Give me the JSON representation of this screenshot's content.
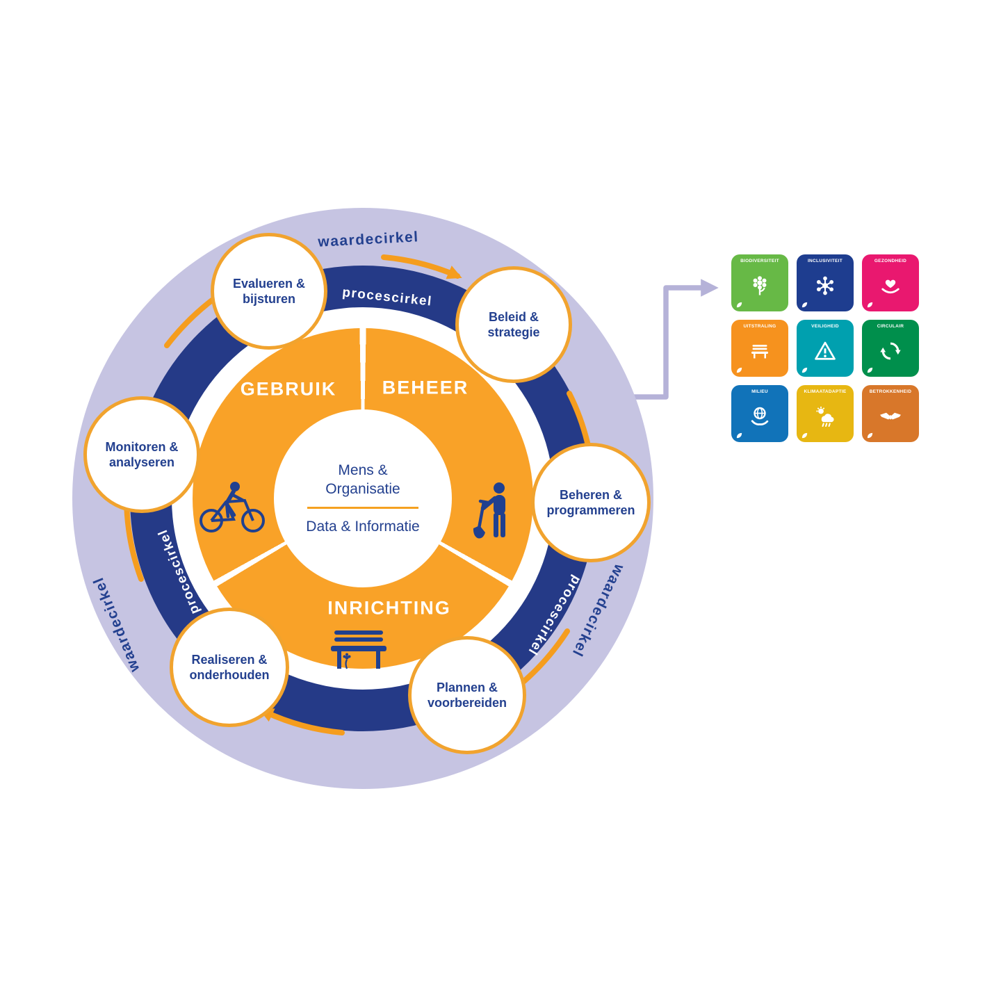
{
  "diagram": {
    "outer_ring_label": "waardecirkel",
    "inner_ring_label": "procescirkel",
    "sectors": [
      {
        "id": "gebruik",
        "label": "GEBRUIK",
        "icon": "bicycle-icon"
      },
      {
        "id": "beheer",
        "label": "BEHEER",
        "icon": "person-shovel-icon"
      },
      {
        "id": "inrichting",
        "label": "INRICHTING",
        "icon": "bench-icon"
      }
    ],
    "center": {
      "line1": "Mens & Organisatie",
      "line2": "Data & Informatie"
    },
    "nodes": [
      {
        "label": "Evalueren & bijsturen"
      },
      {
        "label": "Beleid & strategie"
      },
      {
        "label": "Beheren & programmeren"
      },
      {
        "label": "Plannen & voorbereiden"
      },
      {
        "label": "Realiseren & onderhouden"
      },
      {
        "label": "Monitoren & analyseren"
      }
    ],
    "colors": {
      "outer_ring": "#c6c4e2",
      "inner_ring": "#253a87",
      "sector_fill": "#f9a228",
      "node_border": "#f1a32e",
      "flow_arrow": "#f59d1e",
      "text_navy": "#23408f",
      "connector": "#b5b2d8"
    }
  },
  "legend": {
    "tiles": [
      {
        "label": "BIODIVERSITEIT",
        "color": "#67b946",
        "icon": "flower-icon"
      },
      {
        "label": "INCLUSIVITEIT",
        "color": "#1e3d8f",
        "icon": "network-people-icon"
      },
      {
        "label": "GEZONDHEID",
        "color": "#e9186f",
        "icon": "heart-hands-icon"
      },
      {
        "label": "UITSTRALING",
        "color": "#f6921e",
        "icon": "bench-icon"
      },
      {
        "label": "VEILIGHEID",
        "color": "#00a0af",
        "icon": "warning-triangle-icon"
      },
      {
        "label": "CIRCULAIR",
        "color": "#008f4c",
        "icon": "recycle-icon"
      },
      {
        "label": "MILIEU",
        "color": "#1173b9",
        "icon": "globe-hand-icon"
      },
      {
        "label": "KLIMAATADAPTIE",
        "color": "#e7b712",
        "icon": "sun-cloud-rain-icon"
      },
      {
        "label": "BETROKKENHEID",
        "color": "#d8772a",
        "icon": "handshake-icon"
      }
    ]
  }
}
